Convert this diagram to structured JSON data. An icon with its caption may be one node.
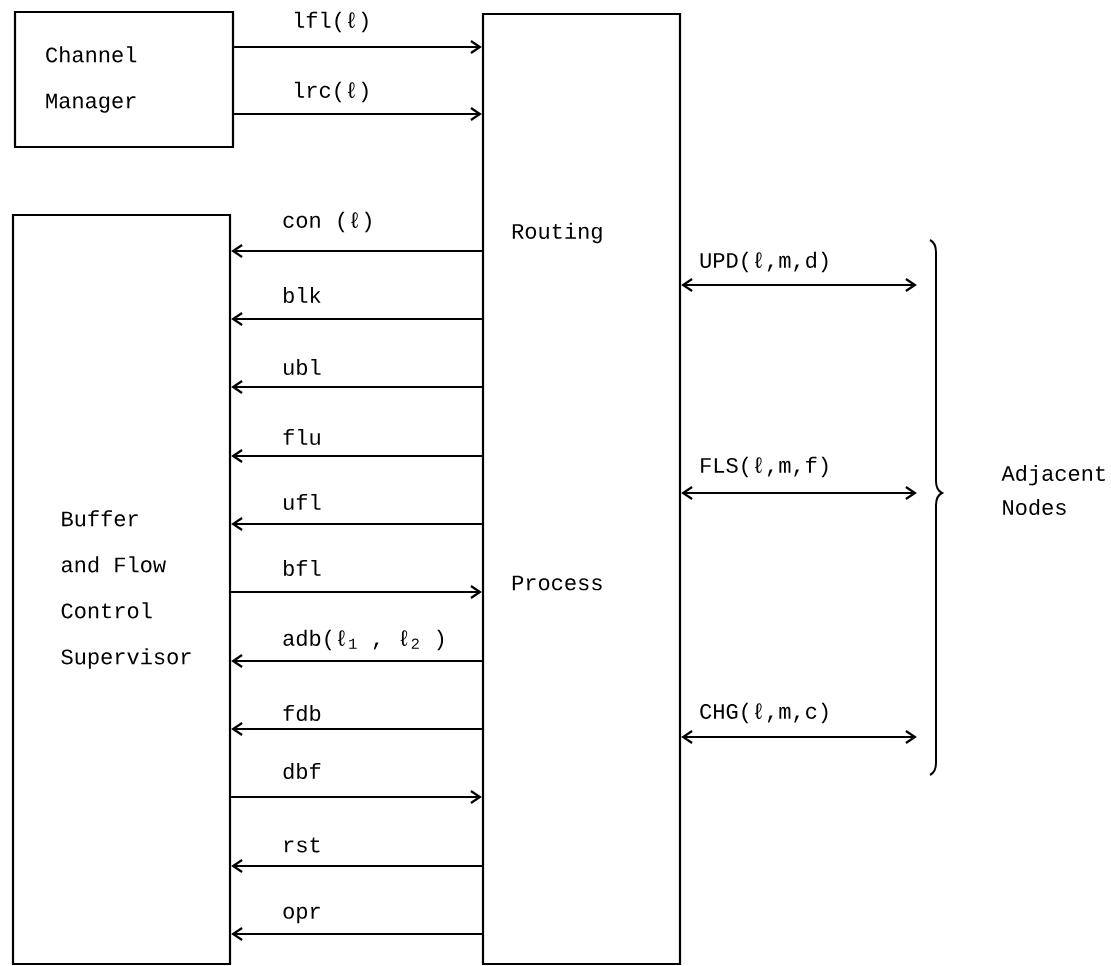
{
  "diagram": {
    "nodes": [
      {
        "text": [
          "Channel Manager"
        ]
      },
      {
        "text": [
          "Buffer and Flow Control Supervisor"
        ]
      },
      {
        "text": [
          "Routing",
          "Process"
        ]
      },
      {
        "text": [
          "Adjacent Nodes"
        ]
      }
    ],
    "edges": [
      {
        "from": 0,
        "to": 2,
        "arrow": "to",
        "label": "lfl(ℓ)"
      },
      {
        "from": 0,
        "to": 2,
        "arrow": "to",
        "label": "lrc(ℓ)"
      },
      {
        "from": 2,
        "to": 1,
        "arrow": "to",
        "label": "con (ℓ)"
      },
      {
        "from": 2,
        "to": 1,
        "arrow": "to",
        "label": "blk"
      },
      {
        "from": 2,
        "to": 1,
        "arrow": "to",
        "label": "ubl"
      },
      {
        "from": 2,
        "to": 1,
        "arrow": "to",
        "label": "flu"
      },
      {
        "from": 2,
        "to": 1,
        "arrow": "to",
        "label": "ufl"
      },
      {
        "from": 1,
        "to": 2,
        "arrow": "to",
        "label": "bfl"
      },
      {
        "from": 2,
        "to": 1,
        "arrow": "to",
        "label": "adb(ℓ$_{1}$ , ℓ$_{2}$ )"
      },
      {
        "from": 2,
        "to": 1,
        "arrow": "to",
        "label": "fdb"
      },
      {
        "from": 1,
        "to": 2,
        "arrow": "to",
        "label": "dbf"
      },
      {
        "from": 2,
        "to": 1,
        "arrow": "to",
        "label": "rst"
      },
      {
        "from": 2,
        "to": 1,
        "arrow": "to",
        "label": "opr"
      },
      {
        "from": 2,
        "to": 3,
        "arrow": "both",
        "label": "UPD(ℓ,m,d)"
      },
      {
        "from": 2,
        "to": 3,
        "arrow": "both",
        "label": "FLS(ℓ,m,f)"
      },
      {
        "from": 2,
        "to": 3,
        "arrow": "both",
        "label": "CHG(ℓ,m,c)"
      }
    ]
  }
}
